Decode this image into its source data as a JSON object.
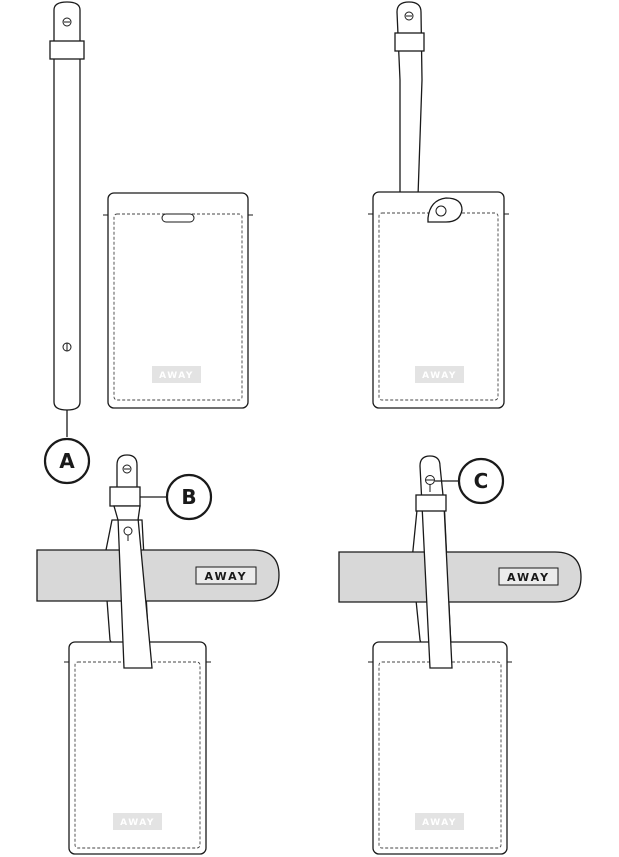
{
  "brand": {
    "logo_text": "AWAY"
  },
  "callouts": {
    "a": "A",
    "b": "B",
    "c": "C"
  },
  "colors": {
    "line": "#1a1a1a",
    "handle_fill": "#d8d8d8",
    "logo_plate": "#e3e3e3",
    "background": "#ffffff"
  }
}
